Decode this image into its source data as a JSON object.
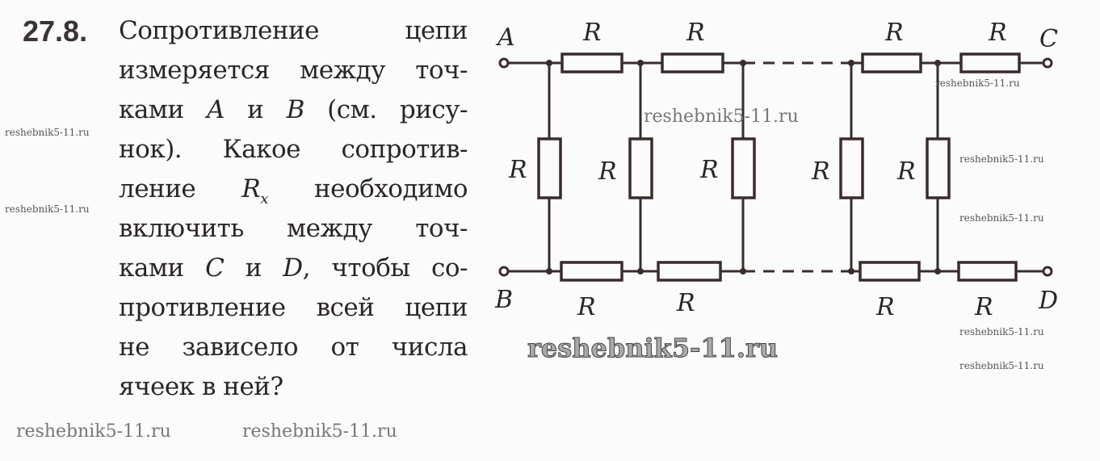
{
  "problem": {
    "number": "27.8.",
    "lines": [
      "Сопротивление цепи",
      "измеряется между точ-",
      [
        "ками ",
        "A",
        " и ",
        "B",
        " (см. рису-"
      ],
      "нок). Какое сопротив-",
      [
        "ление ",
        "R",
        "x",
        " необходимо"
      ],
      "включить между точ-",
      [
        "ками ",
        "C",
        " и ",
        "D",
        ", чтобы со-"
      ],
      "противление всей цепи",
      "не зависело от числа",
      "ячеек в ней?"
    ]
  },
  "circuit": {
    "terminals": {
      "a": "A",
      "b": "B",
      "c": "C",
      "d": "D"
    },
    "resistor_label": "R",
    "colors": {
      "wire": "#3a2c2c"
    }
  },
  "watermark": "reshebnik5-11.ru"
}
